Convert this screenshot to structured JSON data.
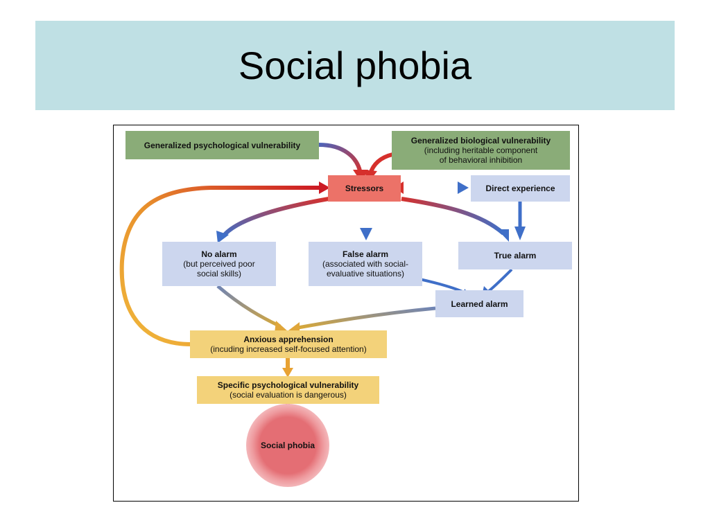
{
  "slide": {
    "title": "Social phobia"
  },
  "diagram": {
    "gen_psych": {
      "line1": "Generalized psychological vulnerability"
    },
    "gen_bio": {
      "line1": "Generalized  biological vulnerability",
      "line2": "(including heritable component",
      "line3": "of behavioral inhibition"
    },
    "stressors": {
      "line1": "Stressors"
    },
    "direct_experience": {
      "line1": "Direct experience"
    },
    "no_alarm": {
      "line1": "No alarm",
      "line2": "(but perceived poor",
      "line3": "social skills)"
    },
    "false_alarm": {
      "line1": "False alarm",
      "line2": "(associated with social-",
      "line3": "evaluative situations)"
    },
    "true_alarm": {
      "line1": "True alarm"
    },
    "learned_alarm": {
      "line1": "Learned alarm"
    },
    "anxious_apprehension": {
      "line1": "Anxious apprehension",
      "line2": "(incuding increased self-focused attention)"
    },
    "specific_vulnerability": {
      "line1": "Specific psychological vulnerability",
      "line2": "(social evaluation is dangerous)"
    },
    "social_phobia": {
      "line1": "Social phobia"
    }
  },
  "colors": {
    "title_band": "#bfe0e4",
    "green_box": "#8aac78",
    "blue_box": "#ccd6ee",
    "red_box": "#ec7268",
    "yellow_box": "#f3d27a",
    "arrow_red": "#d6302c",
    "arrow_blue": "#3f6fc8",
    "arrow_orange": "#e8a233"
  }
}
